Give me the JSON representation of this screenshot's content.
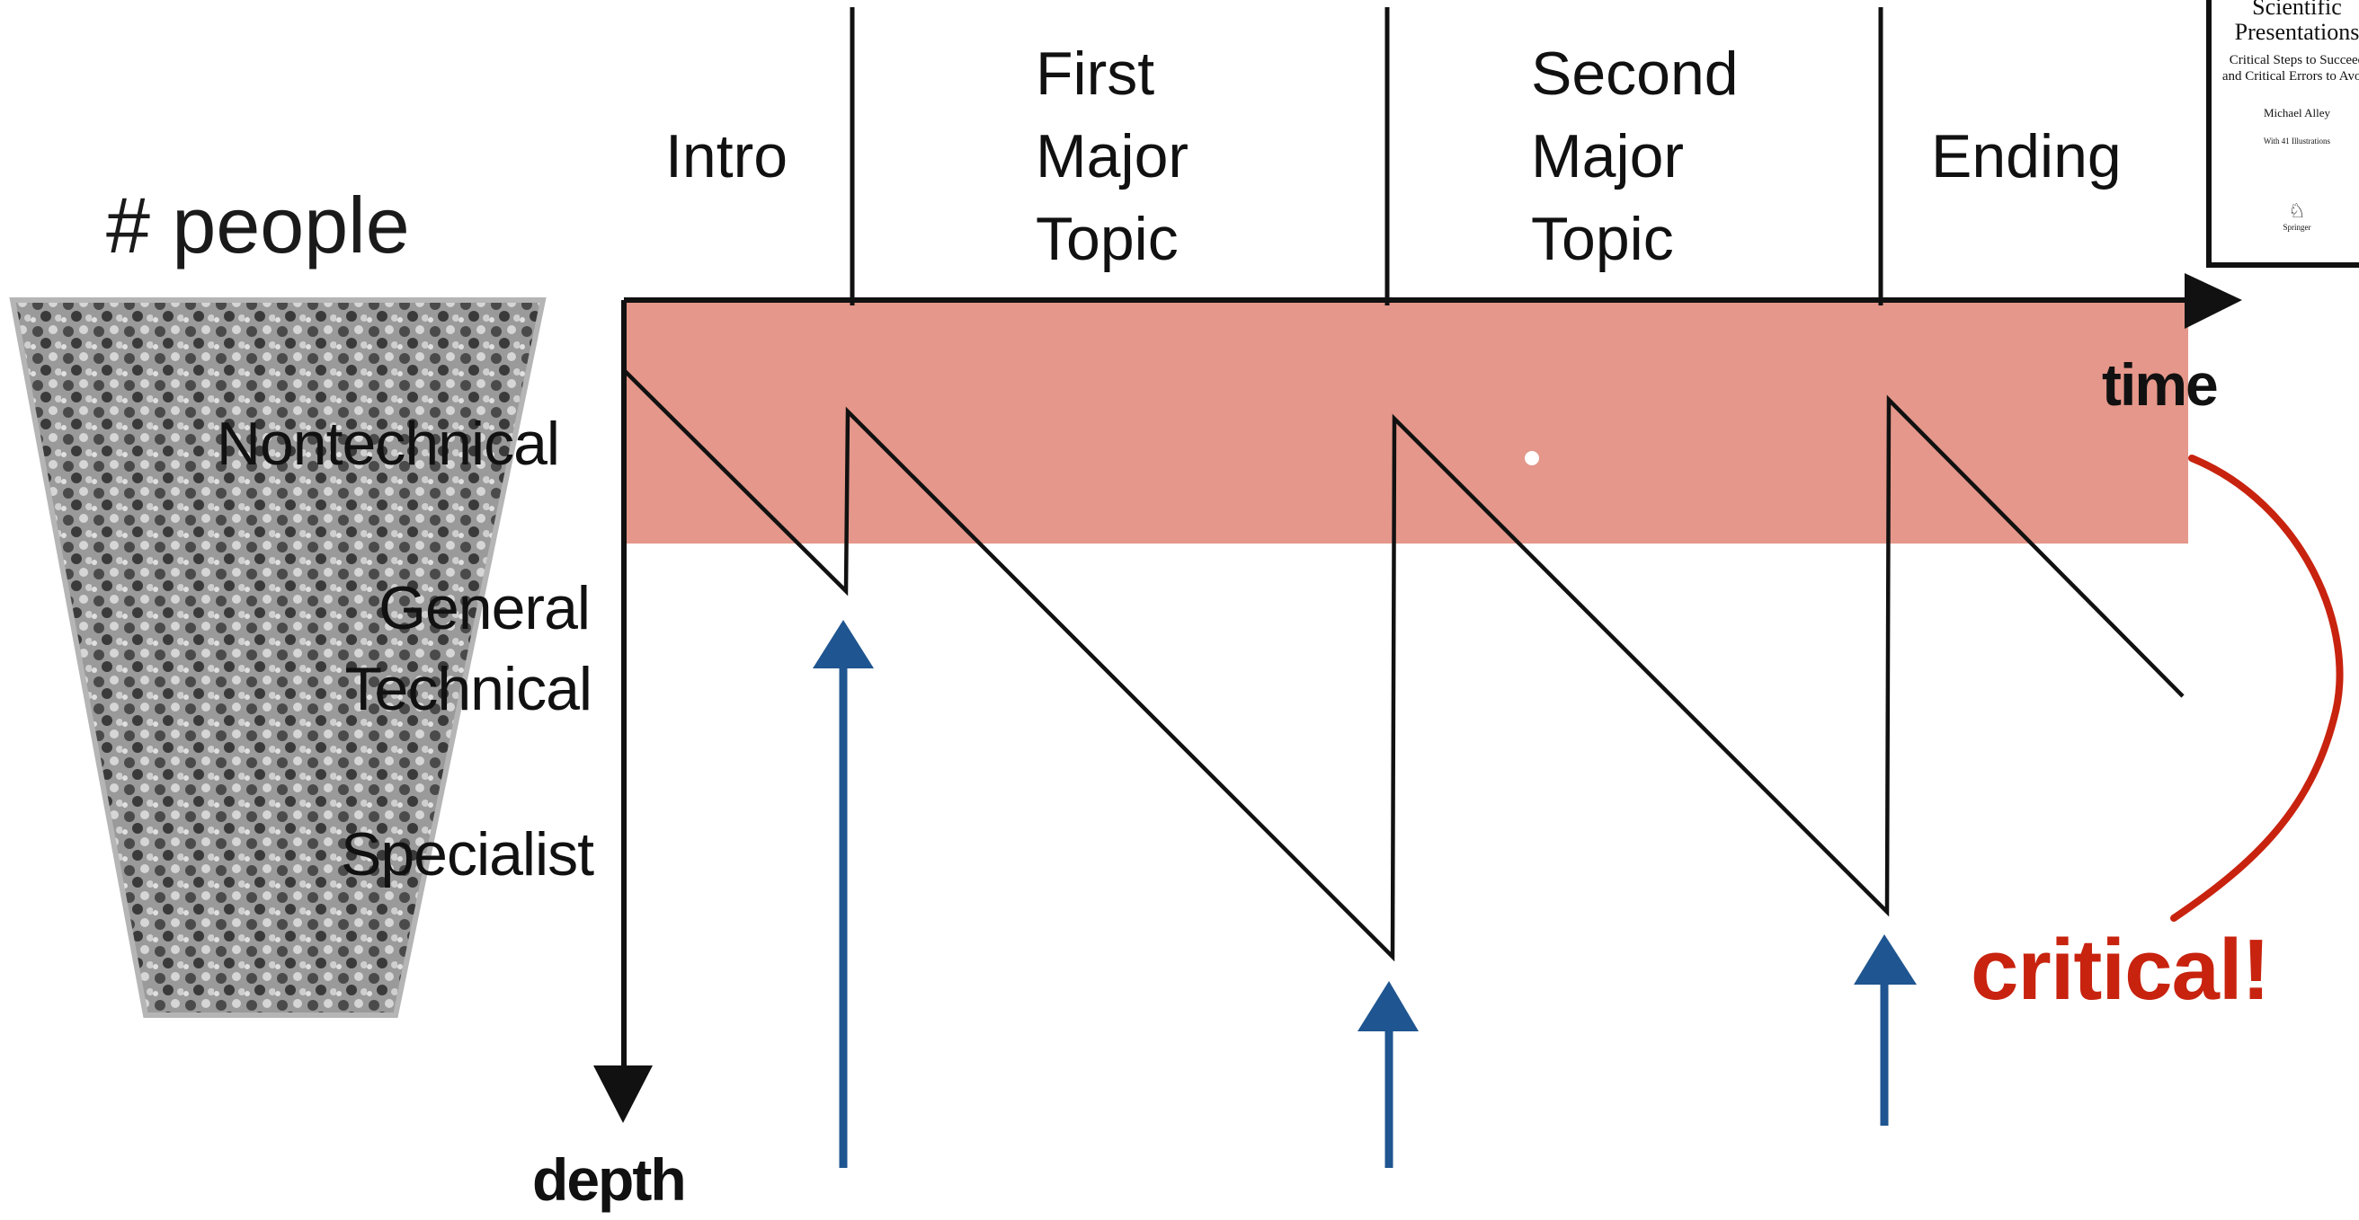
{
  "crowd": {
    "title": "# people"
  },
  "audience_levels": [
    "Nontechnical",
    "General",
    "Technical",
    "Specialist"
  ],
  "sections": {
    "intro": [
      "Intro"
    ],
    "first": [
      "First",
      "Major",
      "Topic"
    ],
    "second": [
      "Second",
      "Major",
      "Topic"
    ],
    "ending": [
      "Ending"
    ]
  },
  "axes": {
    "time_label": "time",
    "depth_label": "depth"
  },
  "callout": {
    "text": "critical!"
  },
  "book": {
    "title_lines": [
      "Scientific",
      "Presentations"
    ],
    "subtitle_lines": [
      "Critical Steps to Succeed",
      "and Critical Errors to Avoid"
    ],
    "author": "Michael Alley",
    "illustrations": "With 41 Illustrations",
    "publisher": "Springer"
  },
  "colors": {
    "nontechnical_band": "#e4978a",
    "arrow_blue": "#1f5590",
    "accent_red": "#c8230f",
    "crowd_gray": "#8c8c8c"
  }
}
